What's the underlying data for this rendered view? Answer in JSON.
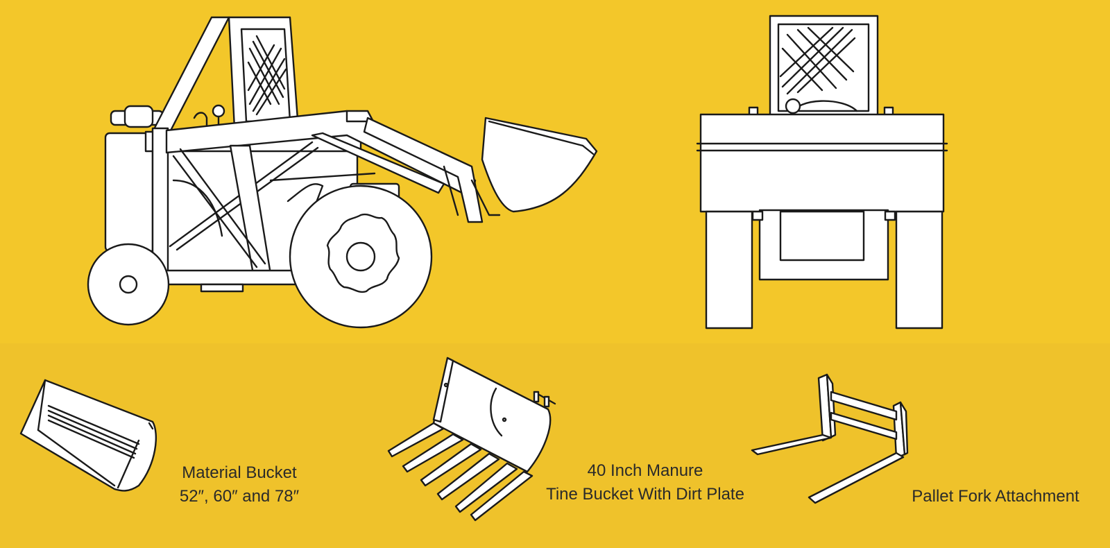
{
  "captions": {
    "material_bucket": {
      "line1": "Material Bucket",
      "line2": "52″, 60″ and 78″"
    },
    "manure_bucket": {
      "line1": "40 Inch Manure",
      "line2": "Tine Bucket With Dirt Plate"
    },
    "pallet_fork": {
      "line1": "Pallet Fork Attachment"
    }
  },
  "colors": {
    "background": "#f2c629",
    "linework": "#1a1a1a",
    "fill": "#ffffff"
  }
}
